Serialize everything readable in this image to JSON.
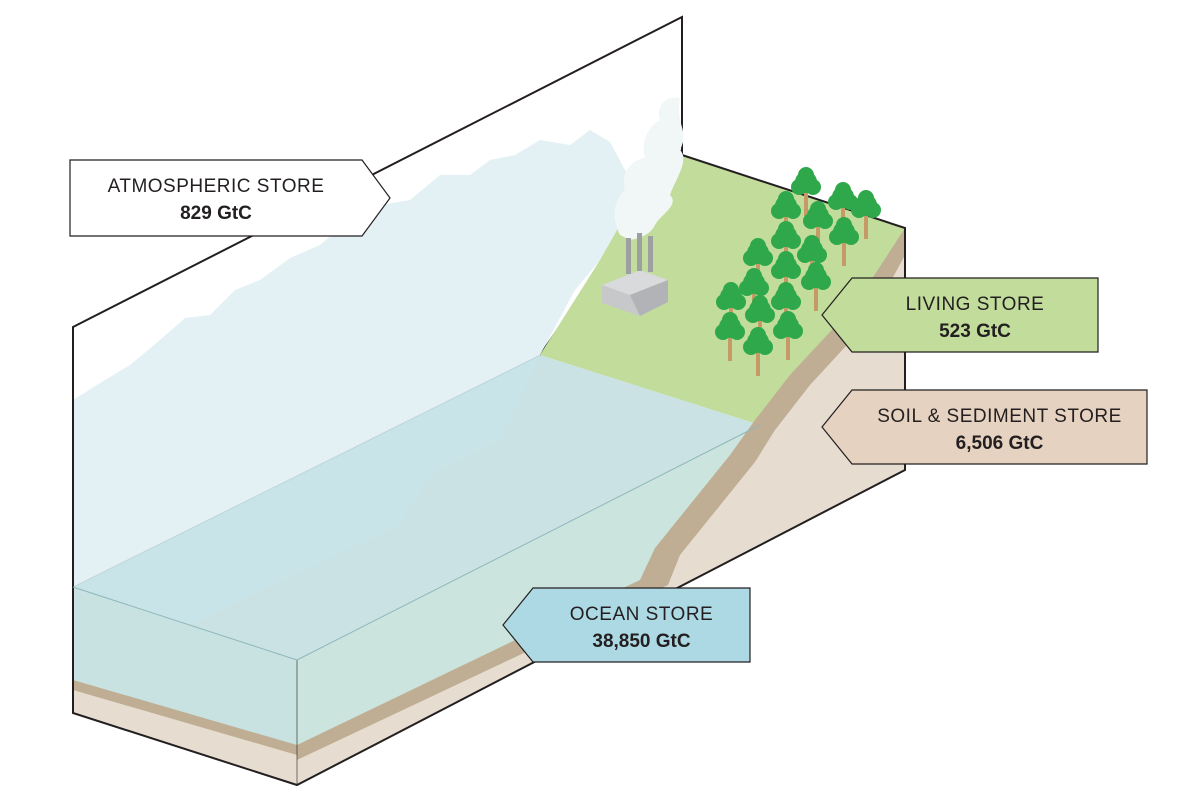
{
  "colors": {
    "outline": "#231f20",
    "atmosphere_fill": "#e6f3f5",
    "cloud_fill": "#d9edf1",
    "land_fill": "#c1dc9b",
    "ocean_fill": "#bcdce0",
    "ocean_front": "#c8e2e2",
    "sediment_band": "#bfae93",
    "soil_fill": "#e6ddd0",
    "factory_fill": "#c7c8ca",
    "tree_crown": "#2ea84a",
    "tree_trunk": "#c69a67",
    "smoke_fill": "#f1f6f7"
  },
  "stores": [
    {
      "id": "atmospheric",
      "name": "ATMOSPHERIC STORE",
      "value": "829 GtC",
      "fill": "#ffffff",
      "pointer": "right"
    },
    {
      "id": "living",
      "name": "LIVING STORE",
      "value": "523 GtC",
      "fill": "#c1dc9b",
      "pointer": "left"
    },
    {
      "id": "soil",
      "name": "SOIL & SEDIMENT STORE",
      "value": "6,506 GtC",
      "fill": "#e6d2c0",
      "pointer": "left"
    },
    {
      "id": "ocean",
      "name": "OCEAN STORE",
      "value": "38,850 GtC",
      "fill": "#add9e4",
      "pointer": "left"
    }
  ],
  "icons": {
    "factory": "factory-icon",
    "tree": "tree-icon",
    "smoke": "smoke-plume-icon"
  }
}
